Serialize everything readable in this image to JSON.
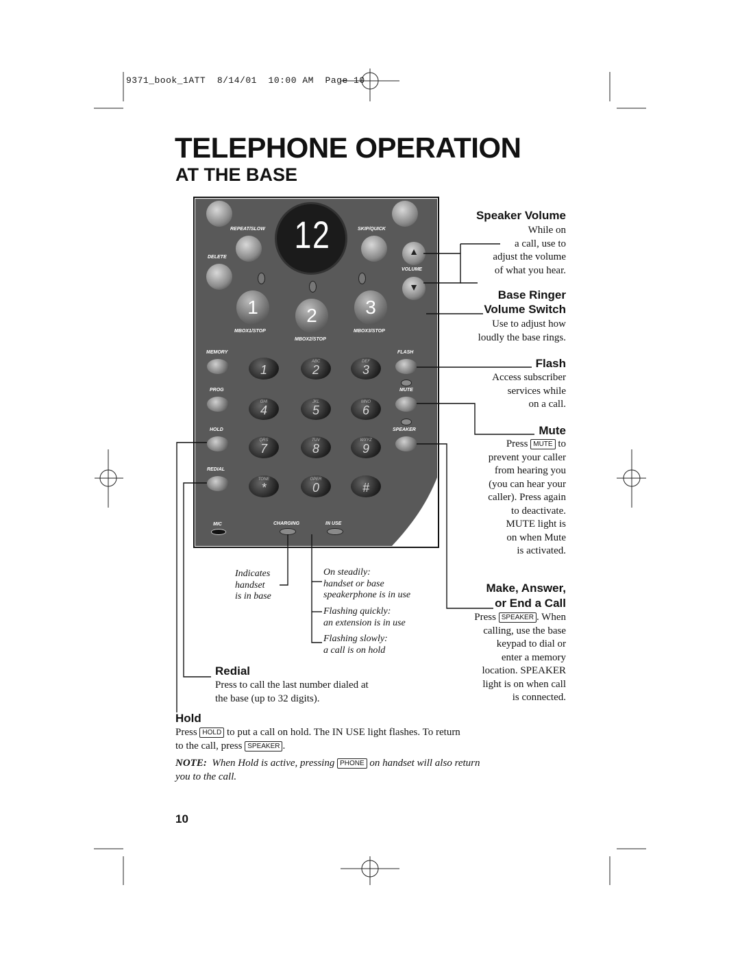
{
  "header": {
    "file_info": "9371_book_1ATT  8/14/01  10:00 AM  Page 10"
  },
  "title": "TELEPHONE OPERATION",
  "subtitle": "AT THE BASE",
  "base": {
    "display": "12",
    "buttons": {
      "repeat_slow": "REPEAT/SLOW",
      "skip_quick": "SKIP/QUICK",
      "delete": "DELETE",
      "volume": "VOLUME",
      "mbox1": "MBOX1/STOP",
      "mbox2": "MBOX2/STOP",
      "mbox3": "MBOX3/STOP",
      "memory": "MEMORY",
      "flash": "FLASH",
      "prog": "PROG",
      "mute": "MUTE",
      "hold": "HOLD",
      "speaker": "SPEAKER",
      "redial": "REDIAL",
      "mic": "MIC",
      "charging": "CHARGING",
      "in_use": "IN USE"
    },
    "big_keys": [
      "1",
      "2",
      "3"
    ],
    "keypad": [
      {
        "digit": "1",
        "letters": ""
      },
      {
        "digit": "2",
        "letters": "ABC"
      },
      {
        "digit": "3",
        "letters": "DEF"
      },
      {
        "digit": "4",
        "letters": "GHI"
      },
      {
        "digit": "5",
        "letters": "JKL"
      },
      {
        "digit": "6",
        "letters": "MNO"
      },
      {
        "digit": "7",
        "letters": "QRS"
      },
      {
        "digit": "8",
        "letters": "TUV"
      },
      {
        "digit": "9",
        "letters": "WXYZ"
      },
      {
        "digit": "*",
        "letters": "TONE"
      },
      {
        "digit": "0",
        "letters": "OPER"
      },
      {
        "digit": "#",
        "letters": ""
      }
    ]
  },
  "callouts": {
    "speaker_volume": {
      "title": "Speaker Volume",
      "lines": [
        "While on",
        "a call, use to",
        "adjust the volume",
        "of what you hear."
      ]
    },
    "base_ringer": {
      "title_1": "Base Ringer",
      "title_2": "Volume Switch",
      "lines": [
        "Use to adjust how",
        "loudly the base rings."
      ]
    },
    "flash": {
      "title": "Flash",
      "lines": [
        "Access subscriber",
        "services while",
        "on a call."
      ]
    },
    "mute": {
      "title": "Mute",
      "press": "Press",
      "key": "MUTE",
      "to": "to",
      "lines": [
        "prevent your caller",
        "from hearing you",
        "(you can hear your",
        "caller).  Press again",
        "to deactivate.",
        "MUTE light is",
        "on when Mute",
        "is activated."
      ]
    },
    "make_answer": {
      "title_1": "Make, Answer,",
      "title_2": "or End a Call",
      "press": "Press",
      "key": "SPEAKER",
      "after": ". When",
      "lines": [
        "calling, use the base",
        "keypad to dial or",
        "enter a memory",
        "location. SPEAKER",
        "light is on when call",
        "is connected."
      ]
    },
    "charging": {
      "lines": [
        "Indicates",
        "handset",
        "is in base"
      ]
    },
    "in_use": {
      "lines": [
        "On steadily:",
        "handset or base",
        "speakerphone is in use",
        "Flashing quickly:",
        "an extension is in use",
        "Flashing slowly:",
        "a call is on hold"
      ]
    },
    "redial": {
      "title": "Redial",
      "lines": [
        "Press to call the last number dialed at",
        "the base (up to 32 digits)."
      ]
    },
    "hold": {
      "title": "Hold",
      "press": "Press",
      "key": "HOLD",
      "text_1": "to put a call on hold. The IN USE light flashes. To return",
      "text_2": "to the call, press",
      "key2": "SPEAKER",
      "end": "."
    }
  },
  "note": {
    "label": "NOTE:",
    "text_1": "When Hold is active, pressing",
    "key": "PHONE",
    "text_2": "on handset will also return",
    "text_3": "you to the call."
  },
  "page_number": "10",
  "colors": {
    "base_body": "#5a5a5a",
    "base_dark": "#2a2a2a",
    "display_red": "#ffffff",
    "text": "#111111"
  }
}
